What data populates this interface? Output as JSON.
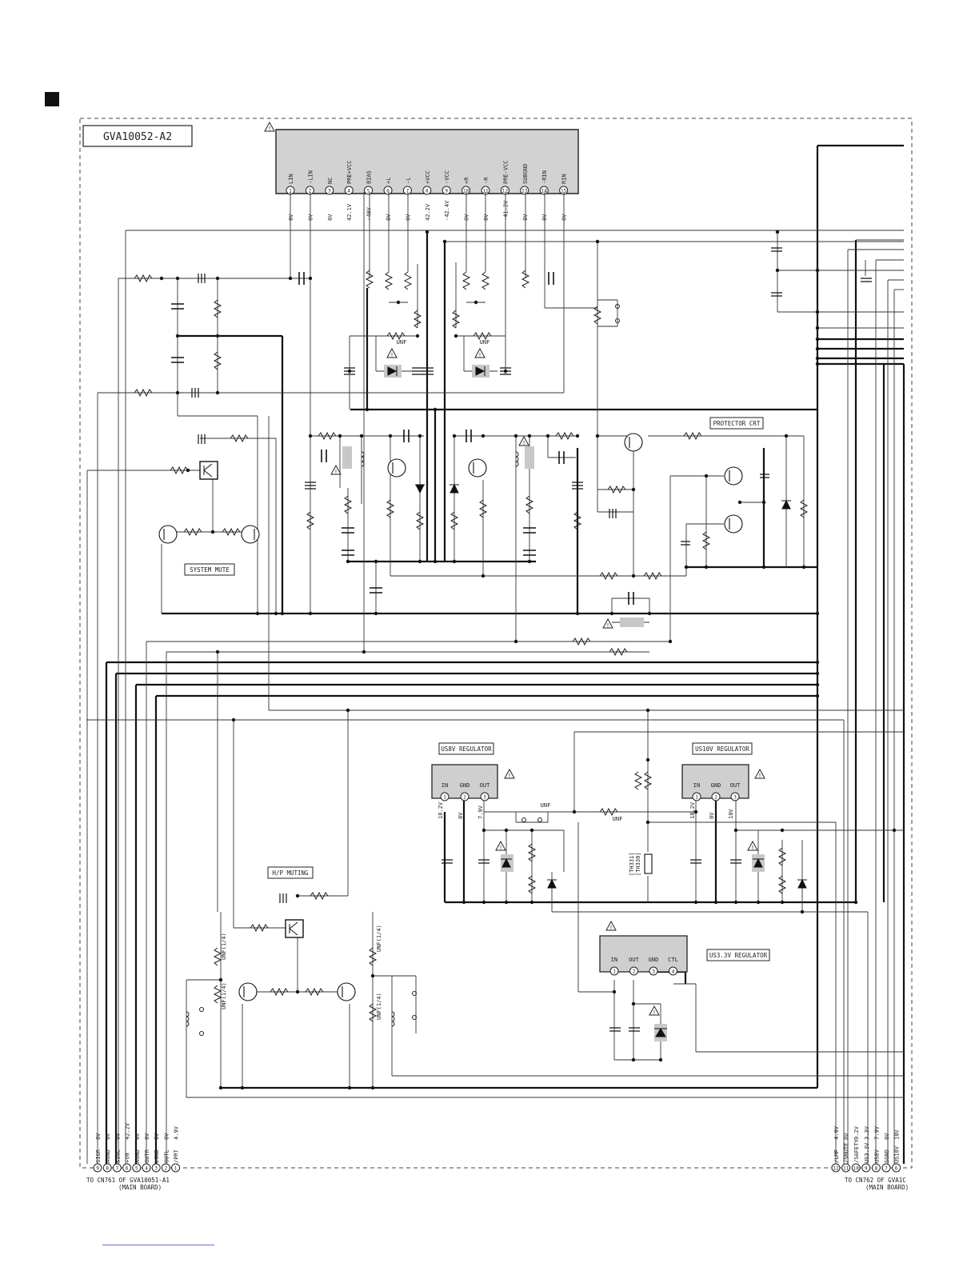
{
  "board": {
    "id": "GVA10052-A2"
  },
  "amp_ic": {
    "pins": [
      {
        "num": "1",
        "name": "LIN",
        "volt": "0V"
      },
      {
        "num": "2",
        "name": "-LIN",
        "volt": "0V"
      },
      {
        "num": "3",
        "name": "NC",
        "volt": "0V"
      },
      {
        "num": "4",
        "name": "PRE+VCC",
        "volt": "42.1V"
      },
      {
        "num": "5",
        "name": "BIAS",
        "volt": "-40V"
      },
      {
        "num": "6",
        "name": "+L",
        "volt": "0V"
      },
      {
        "num": "7",
        "name": "-L",
        "volt": "0V"
      },
      {
        "num": "8",
        "name": "+VCC",
        "volt": "42.2V"
      },
      {
        "num": "9",
        "name": "-VCC",
        "volt": "-42.4V"
      },
      {
        "num": "10",
        "name": "+R",
        "volt": "0V"
      },
      {
        "num": "11",
        "name": "-R",
        "volt": "0V"
      },
      {
        "num": "12",
        "name": "PRE-VCC",
        "volt": "-41.2V"
      },
      {
        "num": "13",
        "name": "SUBGND",
        "volt": "0V"
      },
      {
        "num": "14",
        "name": "-RIN",
        "volt": "0V"
      },
      {
        "num": "15",
        "name": "RIN",
        "volt": "0V"
      }
    ]
  },
  "blocks": {
    "protector": "PROTECTOR CRT",
    "system_mute": "SYSTEM MUTE",
    "hp_muting": "H/P MUTING",
    "us8v": "US8V REGULATOR",
    "us10v": "US10V REGULATOR",
    "us33v": "US3.3V REGULATOR"
  },
  "labels": {
    "unf": "UNF",
    "unf14": "UNF(1/4)",
    "th1": "[TH331]",
    "th2": "[TH330]"
  },
  "reg8": {
    "pins": [
      {
        "num": "1",
        "name": "IN"
      },
      {
        "num": "2",
        "name": "GND"
      },
      {
        "num": "3",
        "name": "OUT"
      }
    ],
    "volts": [
      "18.2V",
      "0V",
      "7.9V"
    ]
  },
  "reg10": {
    "pins": [
      {
        "num": "1",
        "name": "IN"
      },
      {
        "num": "2",
        "name": "GND"
      },
      {
        "num": "3",
        "name": "OUT"
      }
    ],
    "volts": [
      "18.2V",
      "0V",
      "10V"
    ]
  },
  "reg33": {
    "pins": [
      {
        "num": "1",
        "name": "IN"
      },
      {
        "num": "2",
        "name": "OUT"
      },
      {
        "num": "3",
        "name": "GND"
      },
      {
        "num": "4",
        "name": "CTL"
      }
    ]
  },
  "conn_left": {
    "pins": [
      {
        "num": "9",
        "name": "SIGR",
        "volt": "0V"
      },
      {
        "num": "8",
        "name": "AGND",
        "volt": "0V"
      },
      {
        "num": "7",
        "name": "SIGL",
        "volt": "0V"
      },
      {
        "num": "6",
        "name": "+VH",
        "volt": "42.2V"
      },
      {
        "num": "5",
        "name": "AGND",
        "volt": "0V"
      },
      {
        "num": "4",
        "name": "OUTR",
        "volt": "0V"
      },
      {
        "num": "3",
        "name": "LGND",
        "volt": "0V"
      },
      {
        "num": "2",
        "name": "OUTL",
        "volt": "0V"
      },
      {
        "num": "1",
        "name": "/PRT",
        "volt": "4.9V"
      }
    ],
    "caption1": "TO CN761 OF GVA10051-A1",
    "caption2": "(MAIN BOARD)"
  },
  "conn_right": {
    "pins": [
      {
        "num": "12",
        "name": "/LMP",
        "volt": "4.9V"
      },
      {
        "num": "11",
        "name": "/SMUTE",
        "volt": "0V"
      },
      {
        "num": "10",
        "name": "/SAFETY",
        "volt": "0.2V"
      },
      {
        "num": "9",
        "name": "US3.3V",
        "volt": "3.3V"
      },
      {
        "num": "8",
        "name": "US8V",
        "volt": "7.9V"
      },
      {
        "num": "7",
        "name": "SGND",
        "volt": "0V"
      },
      {
        "num": "6",
        "name": "US10V",
        "volt": "10V"
      }
    ],
    "caption1": "TO CN762 OF GVA1C",
    "caption2": "(MAIN BOARD)"
  }
}
